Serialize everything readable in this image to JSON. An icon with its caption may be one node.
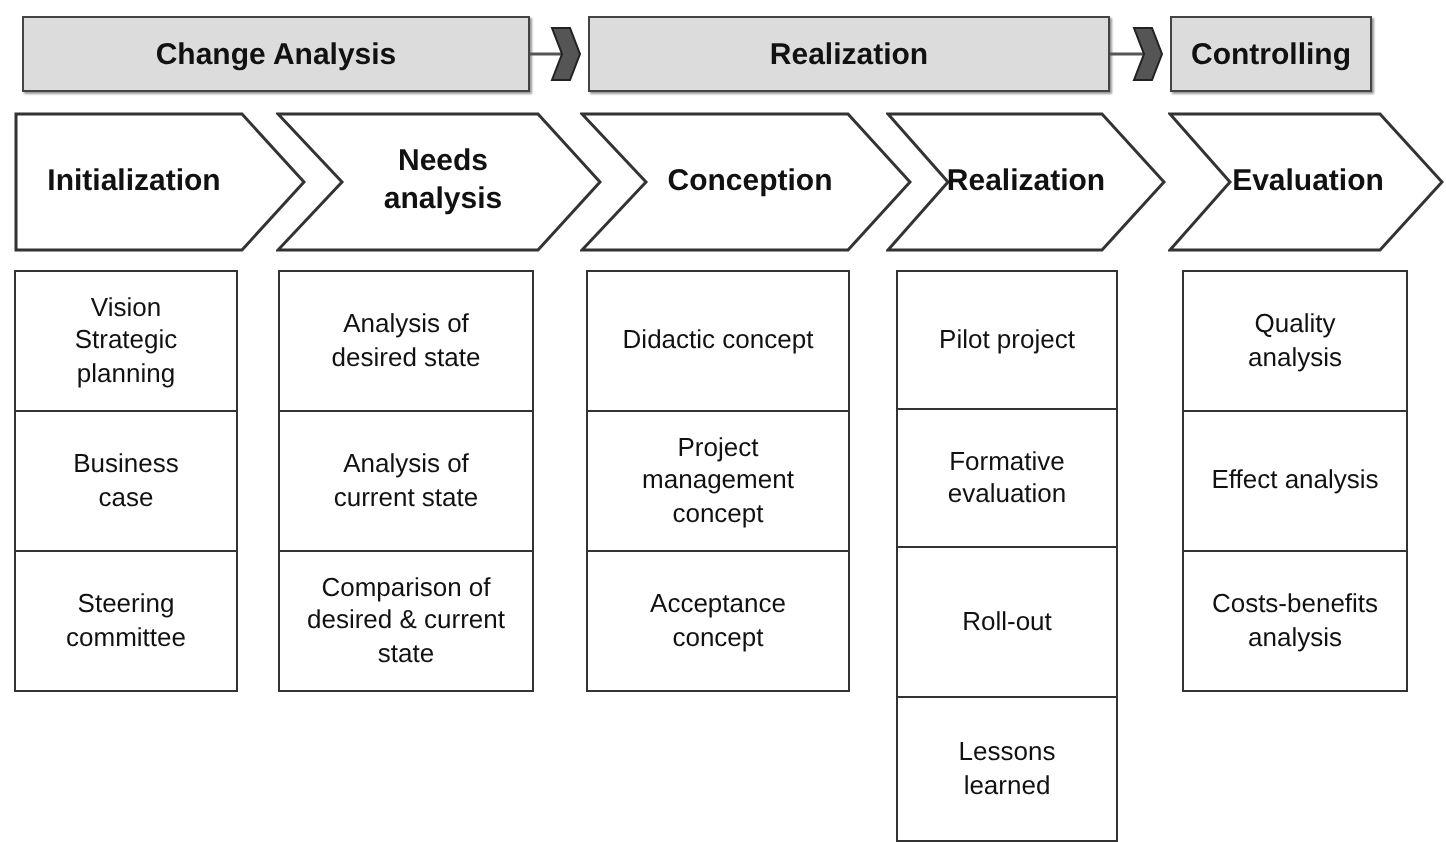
{
  "diagram": {
    "nodes": [
      {
        "text": [
          "Change Analysis"
        ]
      },
      {
        "text": [
          "Realization"
        ]
      },
      {
        "text": [
          "Controlling"
        ]
      },
      {
        "text": [
          "Initialization"
        ]
      },
      {
        "text": [
          "Needs analysis"
        ]
      },
      {
        "text": [
          "Conception"
        ]
      },
      {
        "text": [
          "Realization"
        ]
      },
      {
        "text": [
          "Evaluation"
        ]
      },
      {
        "text": [
          "Vision Strategic planning"
        ]
      },
      {
        "text": [
          "Business case"
        ]
      },
      {
        "text": [
          "Steering committee"
        ]
      },
      {
        "text": [
          "Analysis of desired state"
        ]
      },
      {
        "text": [
          "Analysis of current state"
        ]
      },
      {
        "text": [
          "Comparison of desired & current state"
        ]
      },
      {
        "text": [
          "Didactic concept"
        ]
      },
      {
        "text": [
          "Project management concept"
        ]
      },
      {
        "text": [
          "Acceptance concept"
        ]
      },
      {
        "text": [
          "Pilot project"
        ]
      },
      {
        "text": [
          "Formative evaluation"
        ]
      },
      {
        "text": [
          "Roll-out"
        ]
      },
      {
        "text": [
          "Lessons learned"
        ]
      },
      {
        "text": [
          "Quality analysis"
        ]
      },
      {
        "text": [
          "Effect analysis"
        ]
      },
      {
        "text": [
          "Costs-benefits analysis"
        ]
      }
    ],
    "edges": [
      {
        "from": 0,
        "to": 1,
        "arrow": "to"
      },
      {
        "from": 1,
        "to": 2,
        "arrow": "to"
      }
    ]
  }
}
